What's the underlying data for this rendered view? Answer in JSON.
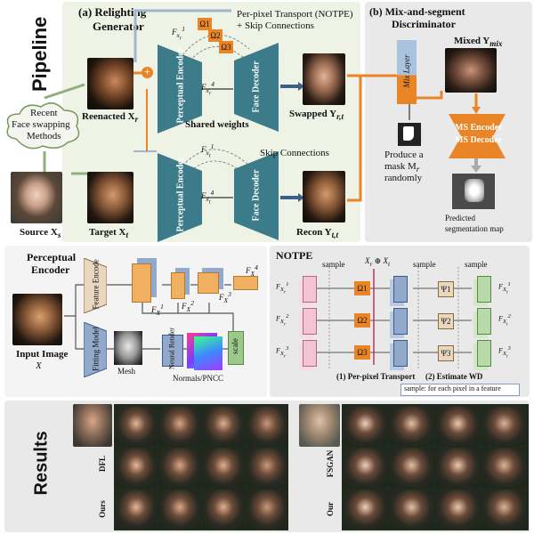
{
  "pipeline": {
    "title": "Pipeline",
    "section_a": "(a) Relighting\nGenerator",
    "section_a_line1": "(a) Relighting",
    "section_a_line2": "Generator",
    "nh_line1": "Per-pixel Transport (NOTPE)",
    "nh_line2": "+ Skip Connections",
    "skip_label": "Skip Connections",
    "encoder": "Perceptual\nEncoder",
    "encoder_top": "Perceptual Encoder",
    "decoder": "Face Decoder",
    "shared_weights": "Shared weights",
    "reenacted": "Reenacted X",
    "reenacted_sub": "r",
    "target": "Target X",
    "target_sub": "t",
    "source": "Source X",
    "source_sub": "s",
    "swapped": "Swapped Y",
    "swapped_sub": "r,t",
    "recon": "Recon Y",
    "recon_sub": "t,t",
    "cloud_line1": "Recent",
    "cloud_line2": "Face swapping",
    "cloud_line3": "Methods",
    "plus": "+",
    "omega1": "Ω1",
    "omega2": "Ω2",
    "omega3": "Ω3",
    "f1": "F",
    "f4": "F"
  },
  "discriminator": {
    "title_line1": "(b) Mix-and-segment",
    "title_line2": "Discriminator",
    "mixed": "Mixed Y",
    "mixed_sub": "mix",
    "mix_layer": "Mix Layer",
    "ms_encoder": "MS Encoder",
    "ms_decoder": "MS Decoder",
    "mask_line1": "Produce a",
    "mask_line2": "mask M",
    "mask_sub": "r",
    "mask_line3": "randomly",
    "predicted_line1": "Predicted",
    "predicted_line2": "segmentation map"
  },
  "perceptual": {
    "title_line1": "Perceptual",
    "title_line2": "Encoder",
    "input_line1": "Input Image",
    "input_line2": "X",
    "feature_encode": "Feature Encode",
    "fitting_model": "Fitting Model",
    "neural_render": "Neural Render",
    "scale": "scale",
    "mesh": "Mesh",
    "normals": "Normals/PNCC",
    "fx1": "F",
    "fx2": "F",
    "fx3": "F",
    "fx4": "F"
  },
  "notpe": {
    "title": "NOTPE",
    "sample1": "sample",
    "sample2": "sample",
    "sample3": "sample",
    "xr_plus_xt": "X",
    "step1": "(1) Per-pixel Transport",
    "step2": "(2) Estimate WD",
    "note": "sample: for each pixel in a feature",
    "omega1": "Ω1",
    "omega2": "Ω2",
    "omega3": "Ω3",
    "psi1": "Ψ1",
    "psi2": "Ψ2",
    "psi3": "Ψ3"
  },
  "results": {
    "title": "Results",
    "row_dfl": "DFL",
    "row_ours": "Ours",
    "row_fsgan": "FSGAN",
    "row_our": "Our"
  },
  "colors": {
    "teal": "#3c7c8a",
    "orange": "#e98526",
    "panel_green": "#eef3e5",
    "panel_grey": "#e8e8e8",
    "blue_box": "#93a9cc",
    "tan_box": "#e9d7c0"
  }
}
